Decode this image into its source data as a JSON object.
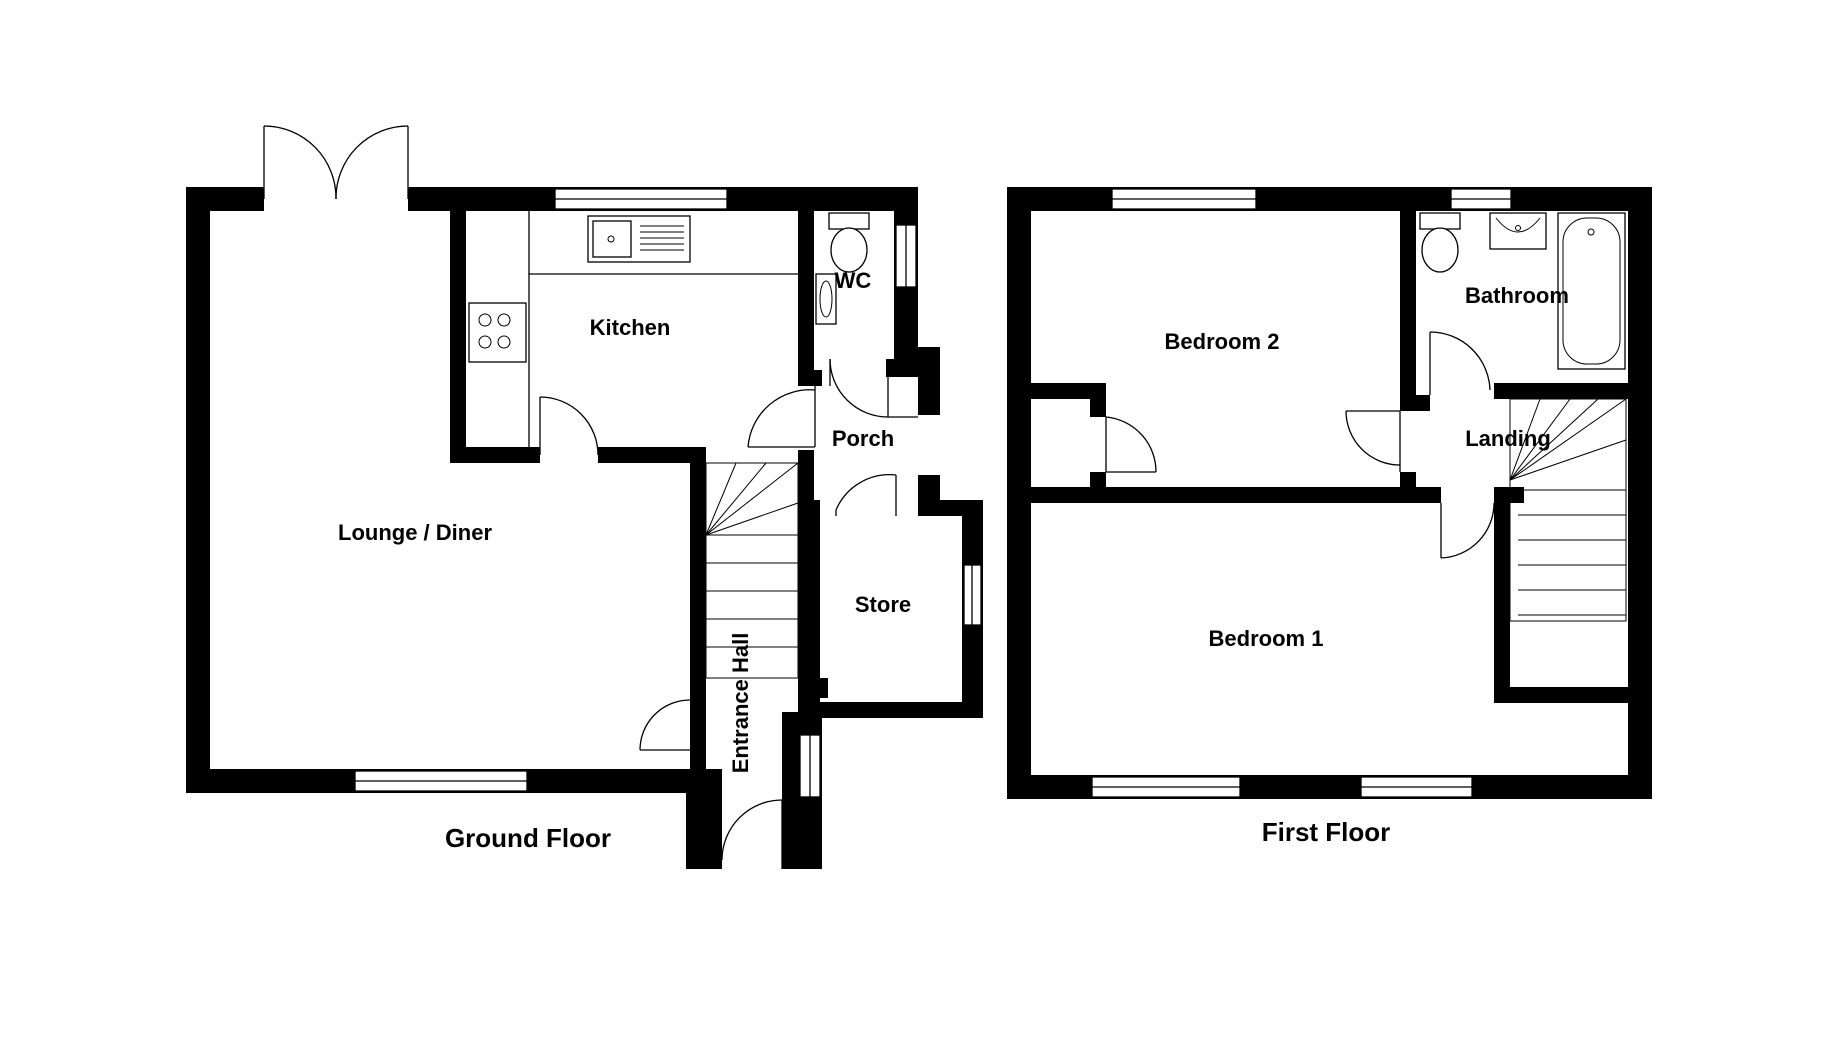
{
  "floors": {
    "ground": {
      "label": "Ground Floor",
      "rooms": {
        "lounge_diner": "Lounge / Diner",
        "kitchen": "Kitchen",
        "wc": "WC",
        "porch": "Porch",
        "store": "Store",
        "entrance_hall": "Entrance Hall"
      }
    },
    "first": {
      "label": "First Floor",
      "rooms": {
        "bedroom_2": "Bedroom 2",
        "bathroom": "Bathroom",
        "landing": "Landing",
        "bedroom_1": "Bedroom 1"
      }
    }
  },
  "colors": {
    "wall": "#000000",
    "background": "#ffffff"
  }
}
